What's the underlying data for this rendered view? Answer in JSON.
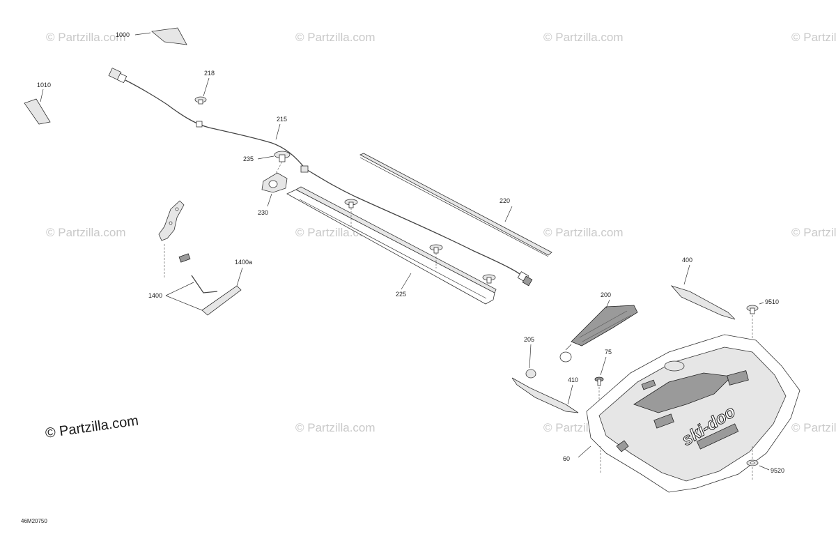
{
  "watermark": {
    "text": "© Partzilla.com",
    "main_text": "© Partzilla.com"
  },
  "diagram_ref": "46M20750",
  "callouts": {
    "p1000": "1000",
    "p1010": "1010",
    "p218": "218",
    "p215": "215",
    "p235": "235",
    "p230": "230",
    "p220": "220",
    "p225": "225",
    "p1400": "1400",
    "p1400a": "1400a",
    "p400": "400",
    "p9510": "9510",
    "p200": "200",
    "p205": "205",
    "p75": "75",
    "p410": "410",
    "p60": "60",
    "p9520": "9520"
  },
  "brand_logo": "ski-doo"
}
